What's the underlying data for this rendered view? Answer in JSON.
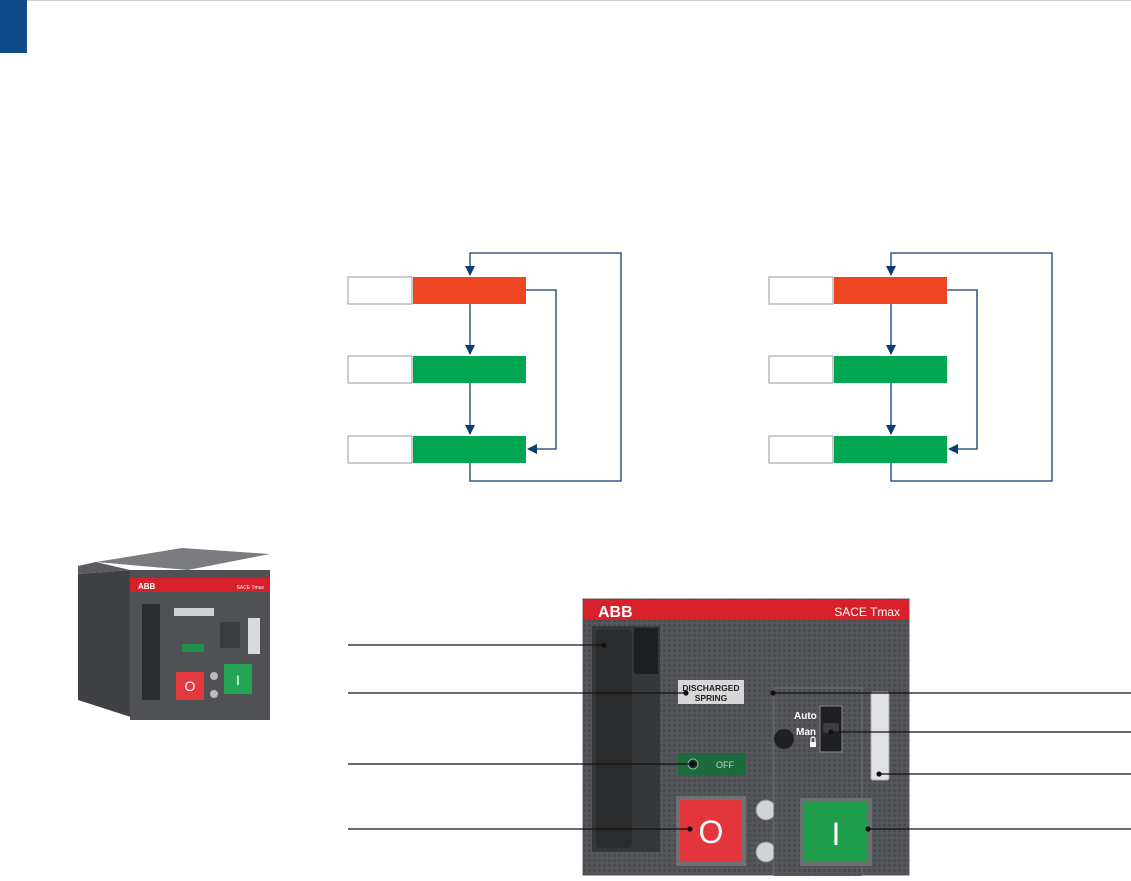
{
  "colors": {
    "corner_tab": "#0f4a8a",
    "state_red": "#ee4523",
    "state_green": "#00a651",
    "arrow": "#0b3d73",
    "abb_red": "#d8202a",
    "device_dark": "#4a4c4f"
  },
  "flow_left": {
    "rows": [
      {
        "label": "",
        "state_color": "red"
      },
      {
        "label": "",
        "state_color": "green"
      },
      {
        "label": "",
        "state_color": "green"
      }
    ]
  },
  "flow_right": {
    "rows": [
      {
        "label": "",
        "state_color": "red"
      },
      {
        "label": "",
        "state_color": "green"
      },
      {
        "label": "",
        "state_color": "green"
      }
    ]
  },
  "device_thumb": {
    "brand": "ABB",
    "model": "SACE Tmax",
    "off_symbol": "O",
    "on_symbol": "I"
  },
  "front_panel": {
    "brand": "ABB",
    "model": "SACE Tmax",
    "spring_line1": "DISCHARGED",
    "spring_line2": "SPRING",
    "status_text": "OFF",
    "mode_auto": "Auto",
    "mode_man": "Man",
    "lock_icon": "padlock-icon",
    "off_symbol": "O",
    "on_symbol": "I"
  },
  "callouts_left": [
    "",
    "",
    "",
    ""
  ],
  "callouts_right": [
    "",
    "",
    "",
    ""
  ]
}
